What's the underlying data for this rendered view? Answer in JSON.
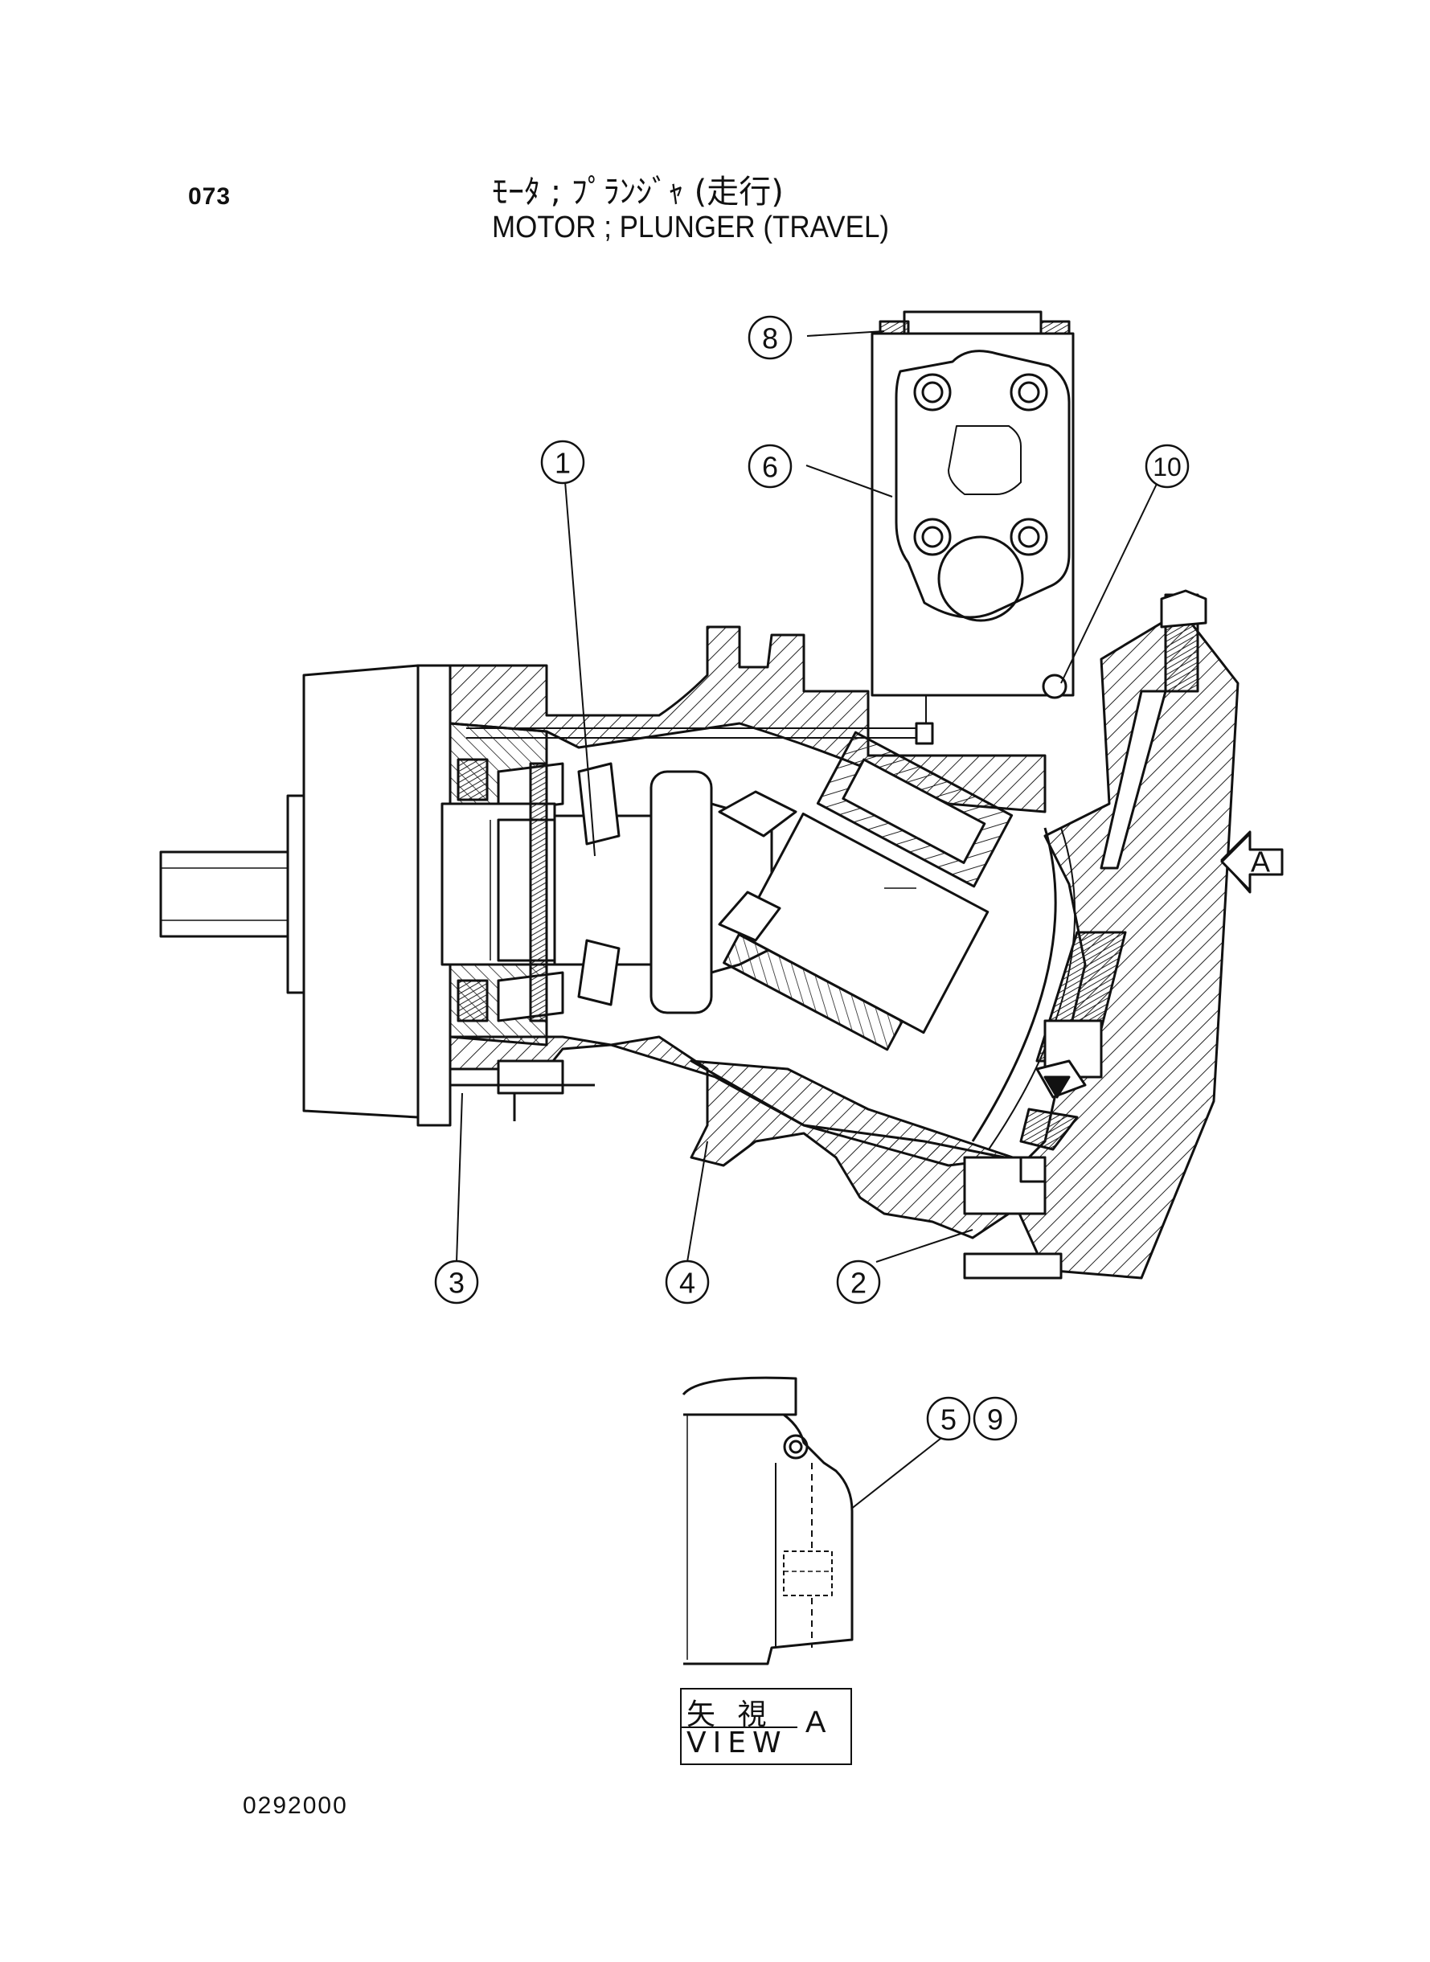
{
  "page": {
    "page_number": "073",
    "title_jp": "ﾓｰﾀ ; ﾌﾟﾗﾝｼﾞｬ (走行)",
    "title_en": "MOTOR ; PLUNGER (TRAVEL)",
    "doc_number": "0292000"
  },
  "callouts": {
    "c1": "1",
    "c2": "2",
    "c3": "3",
    "c4": "4",
    "c5": "5",
    "c6": "6",
    "c8": "8",
    "c9": "9",
    "c10": "10",
    "view_arrow": "A"
  },
  "view_label": {
    "row1": "矢 視",
    "row2": "VIEW",
    "letter": "A"
  }
}
